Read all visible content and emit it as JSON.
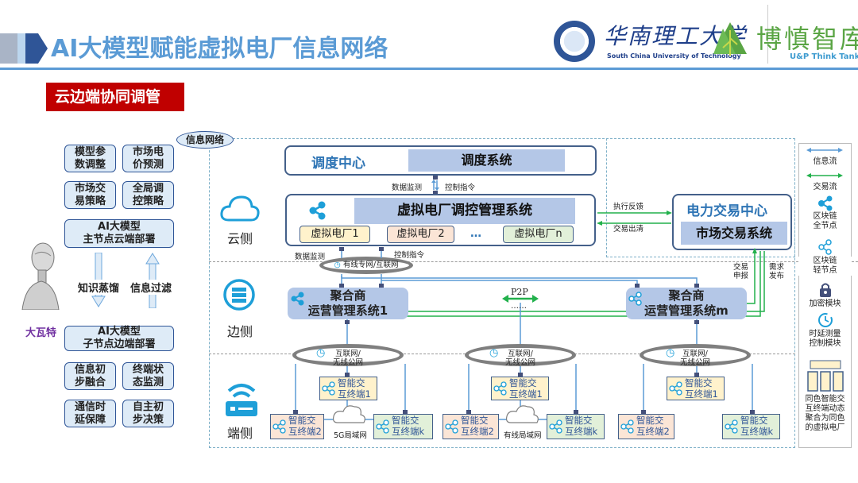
{
  "header": {
    "title": "AI大模型赋能虚拟电厂信息网络",
    "university_cn": "华南理工大学",
    "university_en": "South China University of Technology",
    "thinktank_cn": "博慎智库",
    "thinktank_en": "U&P Think Tank",
    "section_tag": "云边端协同调管"
  },
  "left_panel": {
    "top_boxes": [
      "模型参\n数调整",
      "市场电\n价预测",
      "市场交\n易策略",
      "全局调\n控策略"
    ],
    "cloud_model": "AI大模型\n主节点云端部署",
    "arrow_down_label": "知识蒸馏",
    "arrow_up_label": "信息过滤",
    "robot_name": "大瓦特",
    "edge_model": "AI大模型\n子节点边端部署",
    "bottom_boxes": [
      "信息初\n步融合",
      "终端状\n态监测",
      "通信时\n延保障",
      "自主初\n步决策"
    ]
  },
  "network": {
    "frame_label": "信息网络",
    "tiers": {
      "cloud": "云侧",
      "edge": "边侧",
      "end": "端侧"
    },
    "dispatch_center": {
      "title": "调度中心",
      "system": "调度系统"
    },
    "link_labels": {
      "data_monitor": "数据监测",
      "control_cmd": "控制指令"
    },
    "vpp_mgmt": {
      "system": "虚拟电厂调控管理系统",
      "plants": [
        "虚拟电厂1",
        "虚拟电厂2",
        "…",
        "虚拟电厂n"
      ]
    },
    "trading_center": {
      "title": "电力交易中心",
      "system": "市场交易系统"
    },
    "trade_links": {
      "exec_feedback": "执行反馈",
      "clearing": "交易出清",
      "bid": "交易\n申报",
      "demand": "需求\n发布"
    },
    "wan_cloud": "有线专网/互联网",
    "aggregators": [
      "聚合商\n运营管理系统1",
      "聚合商\n运营管理系统m"
    ],
    "p2p_label": "P2P",
    "p2p_ellipsis": "……",
    "access_clouds": [
      "互联网/\n无线公网",
      "互联网/\n无线公网",
      "互联网/\n无线公网"
    ],
    "clusters": [
      {
        "local_net": "5G局域网",
        "terminals": [
          "智能交\n互终端1",
          "智能交\n互终端2",
          "智能交\n互终端k"
        ]
      },
      {
        "local_net": "有线局域网",
        "terminals": [
          "智能交\n互终端1",
          "智能交\n互终端2",
          "智能交\n互终端k"
        ]
      },
      {
        "local_net": "",
        "terminals": [
          "智能交\n互终端1",
          "智能交\n互终端2",
          "智能交\n互终端k"
        ]
      }
    ]
  },
  "legend": {
    "items": [
      {
        "icon": "info-flow-arrow",
        "label": "信息流"
      },
      {
        "icon": "trade-flow-arrow",
        "label": "交易流"
      },
      {
        "icon": "blockchain-full-node-icon",
        "label": "区块链\n全节点"
      },
      {
        "icon": "blockchain-light-node-icon",
        "label": "区块链\n轻节点"
      },
      {
        "icon": "lock-icon",
        "label": "加密模块"
      },
      {
        "icon": "clock-icon",
        "label": "时延测量\n控制模块"
      },
      {
        "icon": "vpp-aggregation-icon",
        "label": "同色智能交\n互终端动态\n聚合为同色\n的虚拟电厂"
      }
    ]
  },
  "colors": {
    "title_blue": "#5b9bd5",
    "dark_blue": "#2f5597",
    "tag_red": "#c00000",
    "info_flow": "#5b9bd5",
    "trade_flow": "#22b14c",
    "fill_blue": "#b4c7e7",
    "vpp1": "#fff2cc",
    "vpp2": "#fbe5d6",
    "vppn": "#e2f0d9"
  }
}
